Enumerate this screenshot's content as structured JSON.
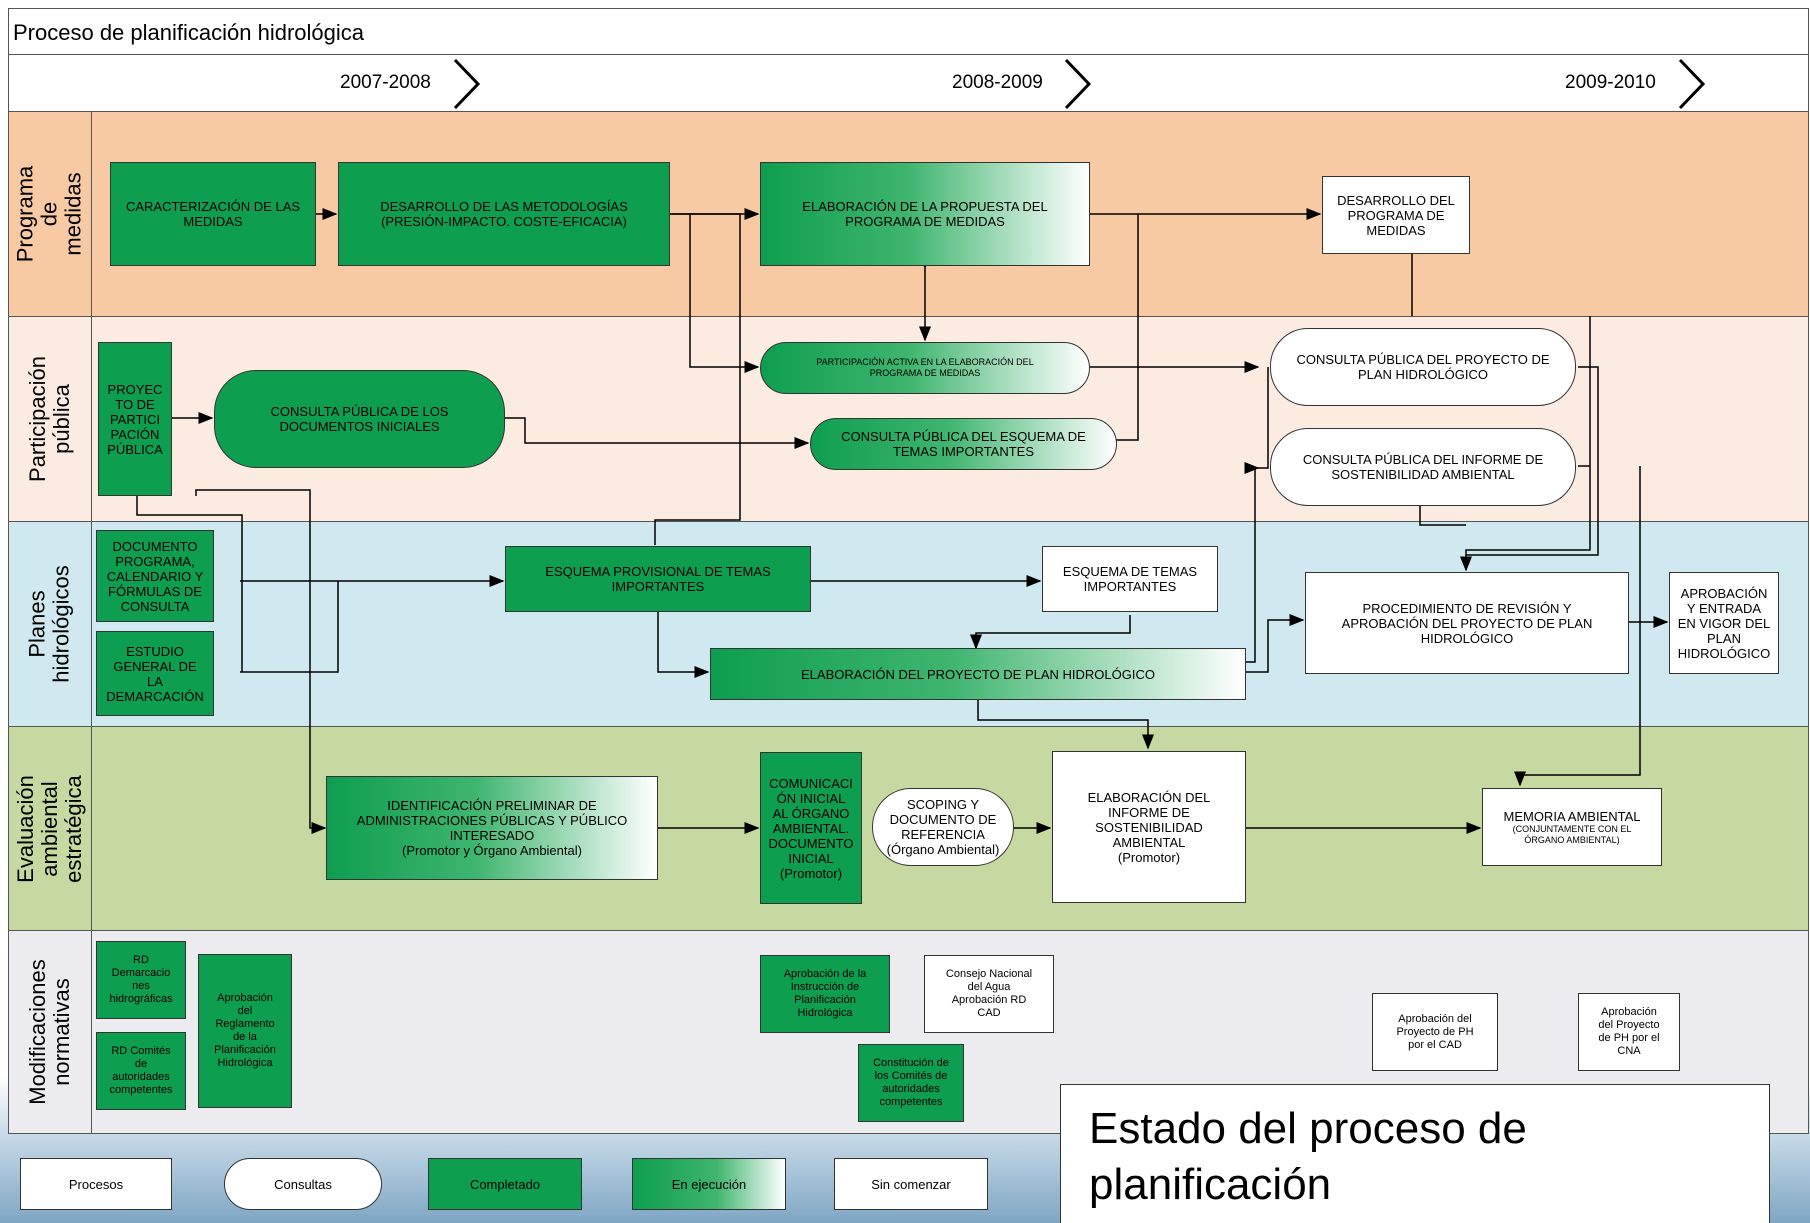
{
  "title": "Proceso de planificación hidrológica",
  "years": [
    "2007-2008",
    "2008-2009",
    "2009-2010"
  ],
  "lanes": {
    "programa": "Programa de\nmedidas",
    "participacion": "Participación\npública",
    "planes": "Planes hidrológicos",
    "evaluacion": "Evaluación\nambiental\nestratégica",
    "modificaciones": "Modificaciones\nnormativas"
  },
  "nodes": {
    "caracterizacion": "CARACTERIZACIÓN DE LAS\nMEDIDAS",
    "desarrollo_metodologias": "DESARROLLO DE LAS METODOLOGÍAS\n(PRESIÓN-IMPACTO. COSTE-EFICACIA)",
    "elaboracion_propuesta": "ELABORACIÓN DE LA PROPUESTA DEL\nPROGRAMA DE MEDIDAS",
    "desarrollo_programa": "DESARROLLO DEL\nPROGRAMA DE\nMEDIDAS",
    "proyecto_participacion": "PROYEC\nTO DE\nPARTICI\nPACIÓN\nPÚBLICA",
    "consulta_documentos": "CONSULTA PÚBLICA DE LOS\nDOCUMENTOS INICIALES",
    "participacion_activa": "PARTICIPACIÓN ACTIVA EN LA ELABORACIÓN DEL\nPROGRAMA DE MEDIDAS",
    "consulta_esquema": "CONSULTA PÚBLICA DEL ESQUEMA DE\nTEMAS IMPORTANTES",
    "consulta_proyecto_plan": "CONSULTA PÚBLICA DEL PROYECTO DE\nPLAN HIDROLÓGICO",
    "consulta_informe": "CONSULTA PÚBLICA DEL INFORME DE\nSOSTENIBILIDAD AMBIENTAL",
    "documento_programa": "DOCUMENTO\nPROGRAMA,\nCALENDARIO Y\nFÓRMULAS DE\nCONSULTA",
    "estudio_general": "ESTUDIO\nGENERAL DE\nLA\nDEMARCACIÓN",
    "esquema_provisional": "ESQUEMA PROVISIONAL DE TEMAS\nIMPORTANTES",
    "esquema_temas": "ESQUEMA DE TEMAS\nIMPORTANTES",
    "elaboracion_proyecto_plan": "ELABORACIÓN DEL PROYECTO DE PLAN HIDROLÓGICO",
    "procedimiento_revision": "PROCEDIMIENTO DE REVISIÓN Y\nAPROBACIÓN DEL PROYECTO DE PLAN\nHIDROLÓGICO",
    "aprobacion_entrada": "APROBACIÓN\nY ENTRADA\nEN VIGOR DEL\nPLAN\nHIDROLÓGICO",
    "identificacion_preliminar": "IDENTIFICACIÓN PRELIMINAR DE\nADMINISTRACIONES PÚBLICAS Y PÚBLICO\nINTERESADO\n(Promotor y Órgano Ambiental)",
    "comunicacion_inicial": "COMUNICACI\nÓN INICIAL\nAL ÓRGANO\nAMBIENTAL.\nDOCUMENTO\nINICIAL\n(Promotor)",
    "scoping": "SCOPING Y\nDOCUMENTO DE\nREFERENCIA\n(Órgano Ambiental)",
    "elaboracion_informe": "ELABORACIÓN DEL\nINFORME DE\nSOSTENIBILIDAD\nAMBIENTAL\n(Promotor)",
    "memoria_ambiental": "MEMORIA AMBIENTAL",
    "memoria_ambiental_note": "(CONJUNTAMENTE CON EL\nÓRGANO AMBIENTAL)",
    "rd_demarcaciones": "RD\nDemarcacio\nnes\nhidrográficas",
    "rd_comites": "RD Comités\nde\nautoridades\ncompetentes",
    "aprobacion_reglamento": "Aprobación\ndel\nReglamento\nde la\nPlanificación\nHidrológica",
    "aprobacion_instruccion": "Aprobación de la\nInstrucción de\nPlanificación\nHidrológica",
    "consejo_nacional": "Consejo Nacional\ndel Agua\nAprobación RD\nCAD",
    "constitucion_comites": "Constitución de\nlos Comités de\nautoridades\ncompetentes",
    "aprobacion_cad": "Aprobación del\nProyecto de PH\npor el CAD",
    "aprobacion_cna": "Aprobación\ndel Proyecto\nde PH por el\nCNA"
  },
  "legend": {
    "procesos": "Procesos",
    "consultas": "Consultas",
    "completado": "Completado",
    "en_ejecucion": "En ejecución",
    "sin_comenzar": "Sin comenzar"
  },
  "caption": "Estado del proceso de\nplanificación",
  "colors": {
    "programa_lane": "#f8caa4",
    "participacion_lane": "#fcebe0",
    "planes_lane": "#d0e8ef",
    "evaluacion_lane": "#c5d9a0",
    "modificaciones_lane": "#ecebf0",
    "completado": "#0e9e50"
  }
}
